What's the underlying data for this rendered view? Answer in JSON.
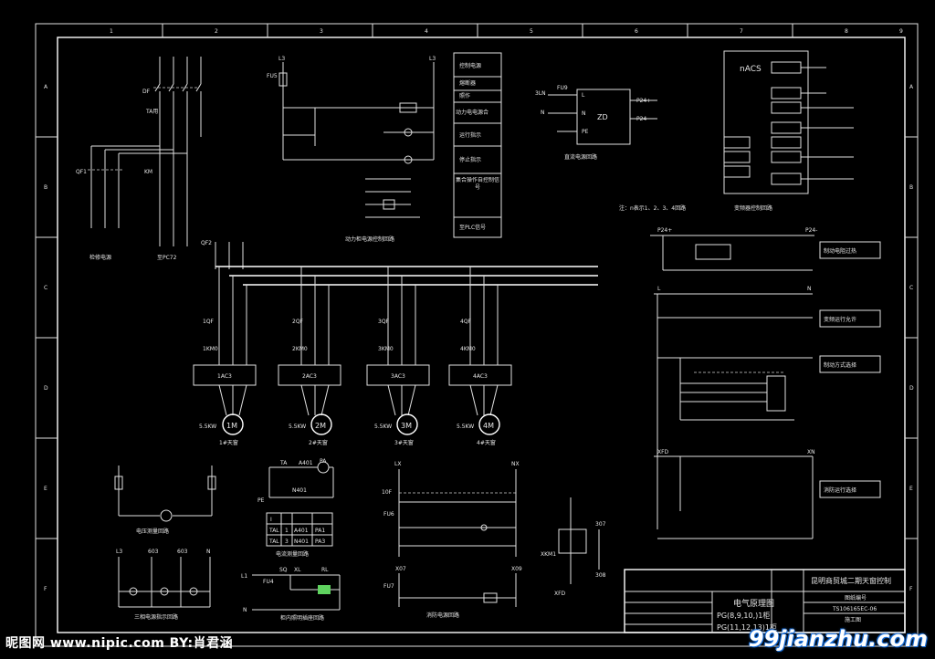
{
  "border": {
    "col_numbers": [
      "1",
      "2",
      "3",
      "4",
      "5",
      "6",
      "7",
      "8",
      "9"
    ],
    "row_letters": [
      "A",
      "B",
      "C",
      "D",
      "E",
      "F"
    ]
  },
  "legend_panel": [
    "控制电源",
    "熔断器",
    "照作",
    "动力电电源合",
    "运行指示",
    "停止指示",
    "集合操作自控制信号",
    "至PLC信号"
  ],
  "power_labels": {
    "top_breaker": "DF",
    "top_ta": "TA用",
    "left_breaker": "QF1",
    "km": "KM",
    "qf2": "QF2",
    "bottom_left": "检修电源",
    "bottom_mid": "至PC72"
  },
  "motors": [
    {
      "breaker": "1QF",
      "contactor": "1KM0",
      "controller": "1AC3",
      "power": "5.5KW",
      "motor": "1M",
      "caption": "1#天窗"
    },
    {
      "breaker": "2QF",
      "contactor": "2KM0",
      "controller": "2AC3",
      "power": "5.5KW",
      "motor": "2M",
      "caption": "2#天窗"
    },
    {
      "breaker": "3QF",
      "contactor": "3KM0",
      "controller": "3AC3",
      "power": "5.5KW",
      "motor": "3M",
      "caption": "3#天窗"
    },
    {
      "breaker": "4QF",
      "contactor": "4KM0",
      "controller": "4AC3",
      "power": "5.5KW",
      "motor": "4M",
      "caption": "4#天窗"
    }
  ],
  "circuits": {
    "control_top": {
      "l_top": "L3",
      "fu": "FU5",
      "n_top": "L3"
    },
    "power_control_caption": "动力柜电源控制回路",
    "dc_title": "直流电源回路",
    "dc_labels": {
      "fu": "FU9",
      "l": "L",
      "n": "N",
      "pe": "PE",
      "zd": "ZD",
      "p24p": "P24+",
      "p24m": "P24-",
      "in": "3LN"
    },
    "vfd_title": "变频器控制回路",
    "vfd_note": "注：n表示1、2、3、4回路",
    "nacs_label": "nACS",
    "voltage_caption": "电压测量回路",
    "current_caption": "电流测量回路",
    "current_labels": {
      "ta": "TA",
      "a": "A401",
      "pa": "PA",
      "n": "N401",
      "pe": "PE"
    },
    "current_table": [
      [
        "I",
        "",
        "",
        ""
      ],
      [
        "TAL",
        "1",
        "A401",
        "PA1"
      ],
      [
        "TAL",
        "3",
        "N401",
        "PA3"
      ]
    ],
    "three_phase_caption": "三相电源指示回路",
    "three_phase_labels": [
      "L3",
      "603",
      "603",
      "N"
    ],
    "lighting_caption": "柜内照明插座回路",
    "lighting_labels": {
      "l": "L1",
      "fu": "FU4",
      "sq": "SQ",
      "xl": "XL",
      "rl": "RL",
      "n": "N"
    },
    "fire_caption": "消防电源回路",
    "fire_labels": {
      "lx": "LX",
      "nx": "NX",
      "qf": "10F",
      "fu6": "FU6",
      "fu7": "FU7",
      "x07": "X07",
      "x09": "X09"
    },
    "right_labels": {
      "p24p": "P24+",
      "p24m": "P24-",
      "l": "L",
      "n": "N",
      "xfd": "XFD",
      "xn": "XN",
      "s07": "307",
      "s08": "308",
      "xkm": "XKM1",
      "xfd2": "XFD"
    },
    "right_boxes": [
      "制动电阻过热",
      "变频运行允许",
      "制动方式选择",
      "消防运行选择"
    ]
  },
  "title_block": {
    "project": "昆明商贸城二期天窗控制",
    "drawing": "电气原理图",
    "cabinets_1": "PG(8,9,10,)1柜",
    "cabinets_2": "PG(11,12,13)1柜",
    "label_a": "图纸编号",
    "drawing_no": "TS106165EC-06",
    "stage": "施工图"
  },
  "watermarks": {
    "left": "昵图网 www.nipic.com  BY:肖君涵",
    "right": "99jianzhu.com"
  }
}
